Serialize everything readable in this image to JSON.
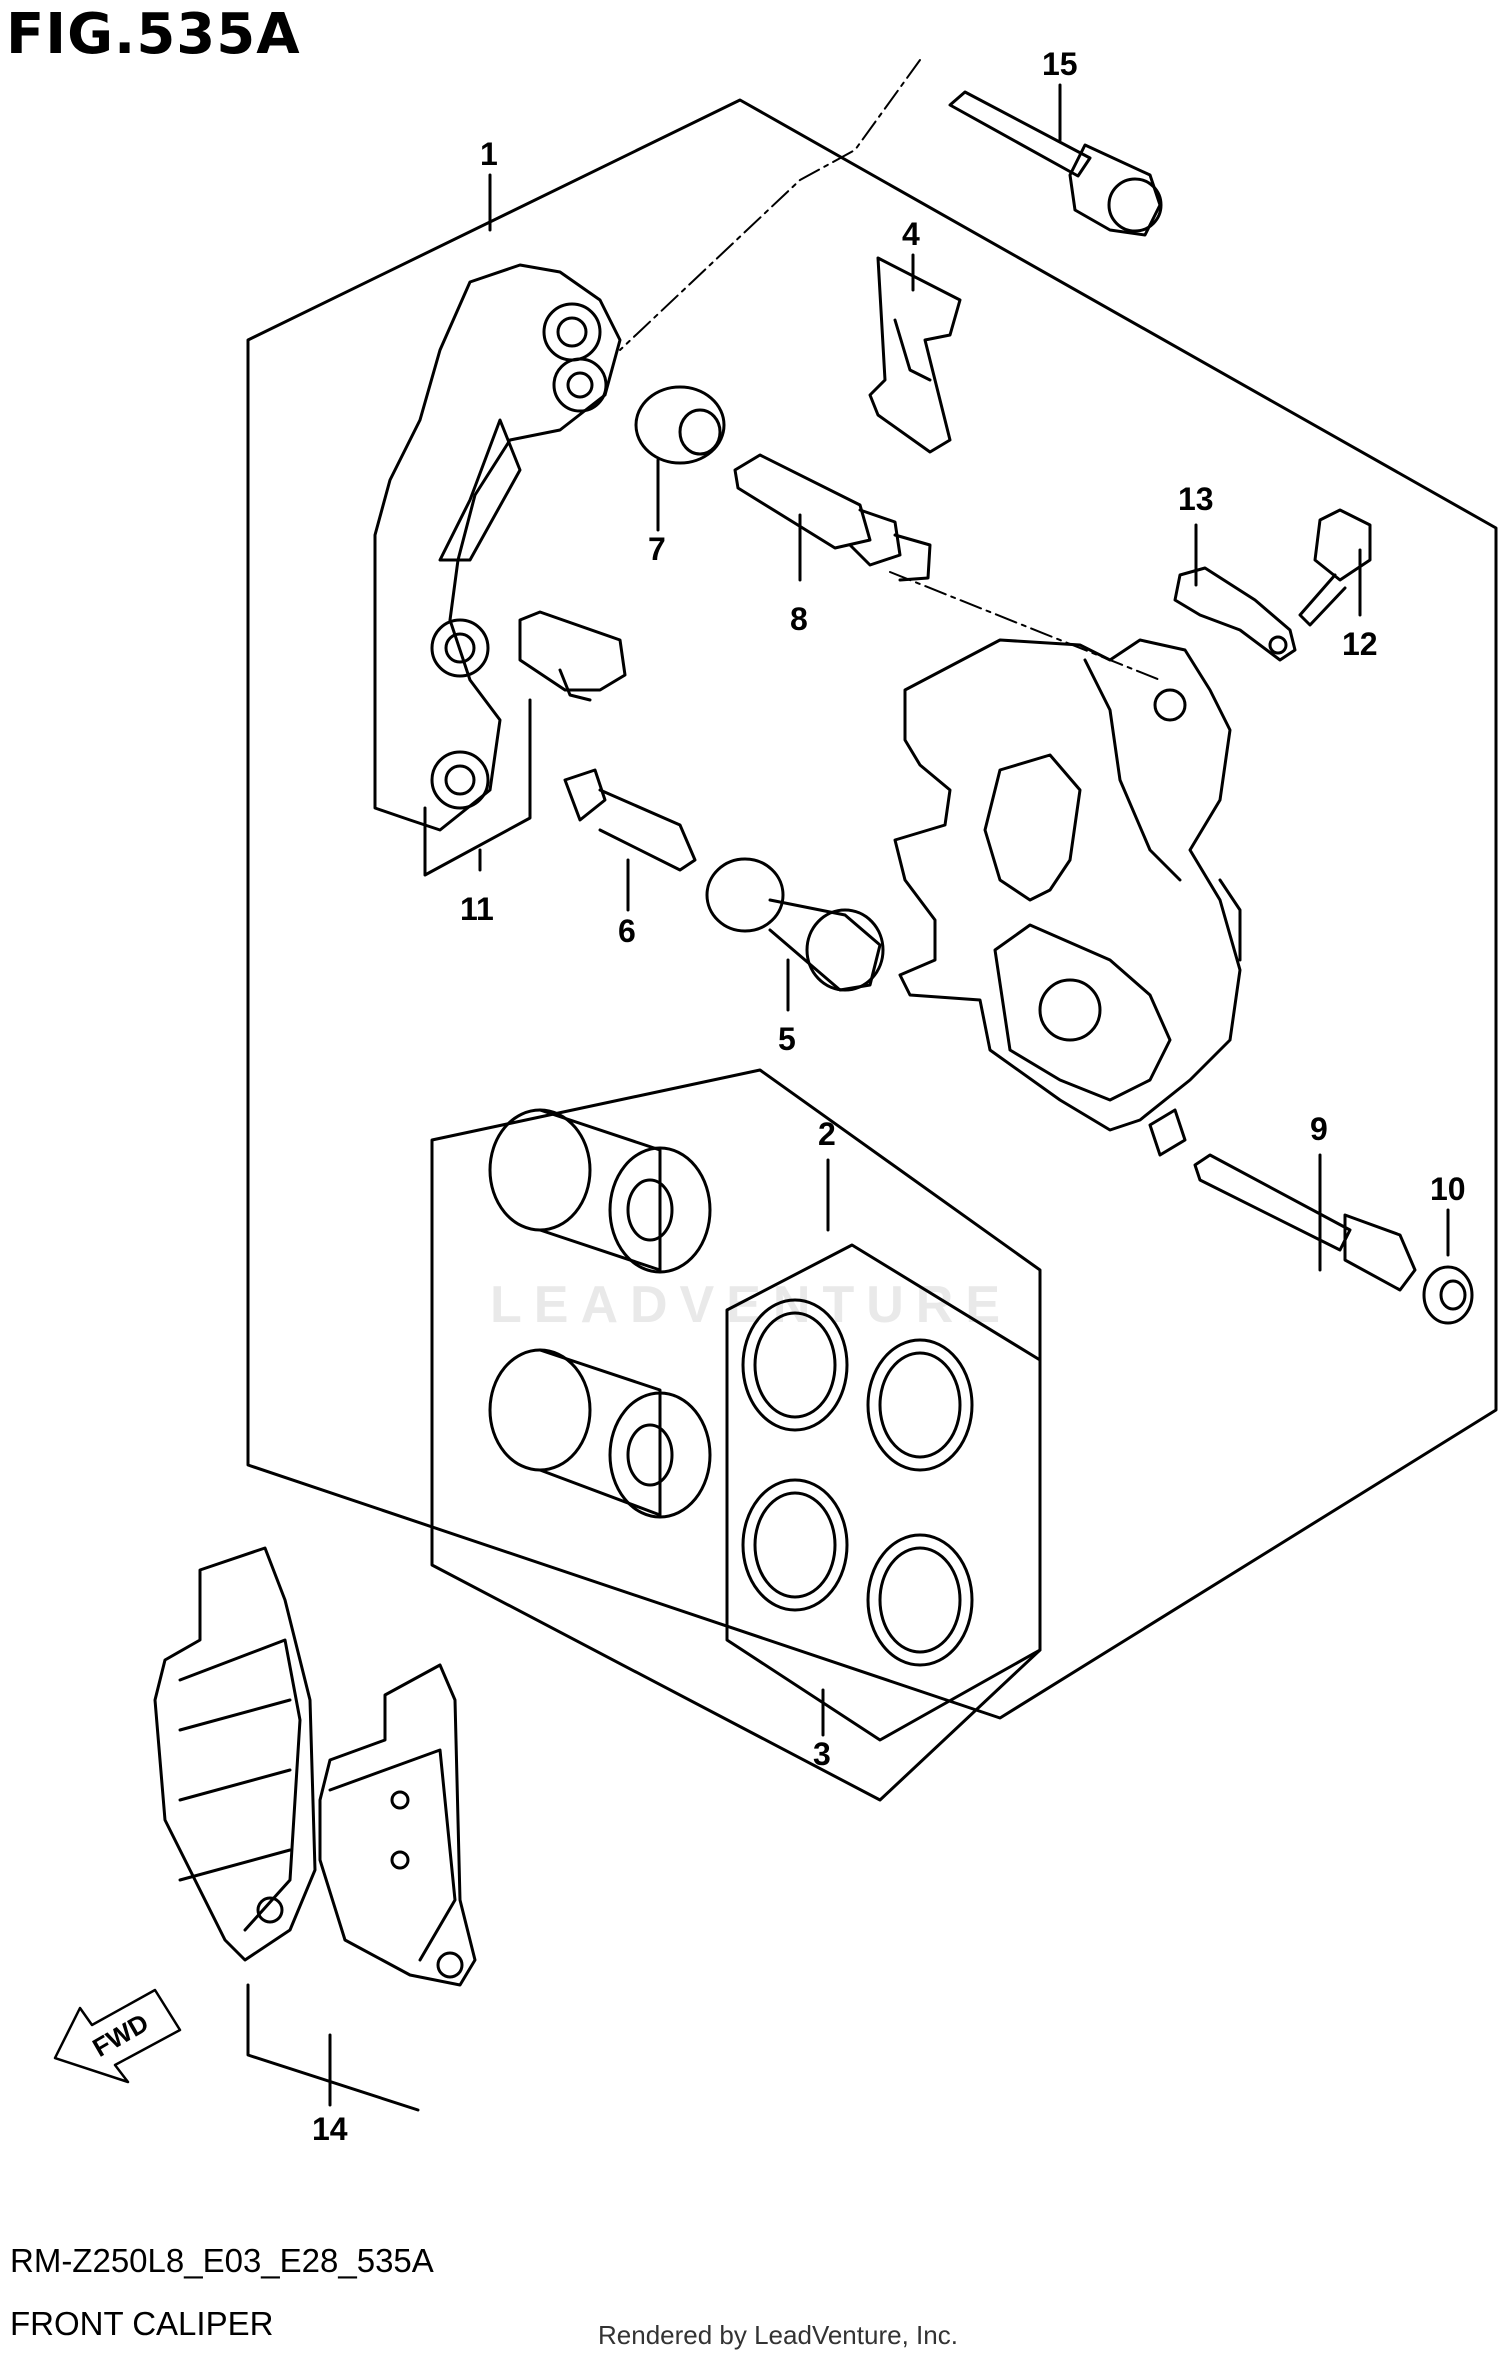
{
  "figure": {
    "title": "FIG.535A",
    "code": "RM-Z250L8_E03_E28_535A",
    "name": "FRONT CALIPER",
    "credit": "Rendered by LeadVenture, Inc.",
    "watermark": "LEADVENTURE",
    "fwd_label": "FWD"
  },
  "callouts": [
    {
      "id": "1",
      "label": "1"
    },
    {
      "id": "2",
      "label": "2"
    },
    {
      "id": "3",
      "label": "3"
    },
    {
      "id": "4",
      "label": "4"
    },
    {
      "id": "5",
      "label": "5"
    },
    {
      "id": "6",
      "label": "6"
    },
    {
      "id": "7",
      "label": "7"
    },
    {
      "id": "8",
      "label": "8"
    },
    {
      "id": "9",
      "label": "9"
    },
    {
      "id": "10",
      "label": "10"
    },
    {
      "id": "11",
      "label": "11"
    },
    {
      "id": "12",
      "label": "12"
    },
    {
      "id": "13",
      "label": "13"
    },
    {
      "id": "14",
      "label": "14"
    },
    {
      "id": "15",
      "label": "15"
    }
  ],
  "colors": {
    "line": "#000000",
    "background": "#ffffff",
    "watermark": "#e9e9e9"
  }
}
